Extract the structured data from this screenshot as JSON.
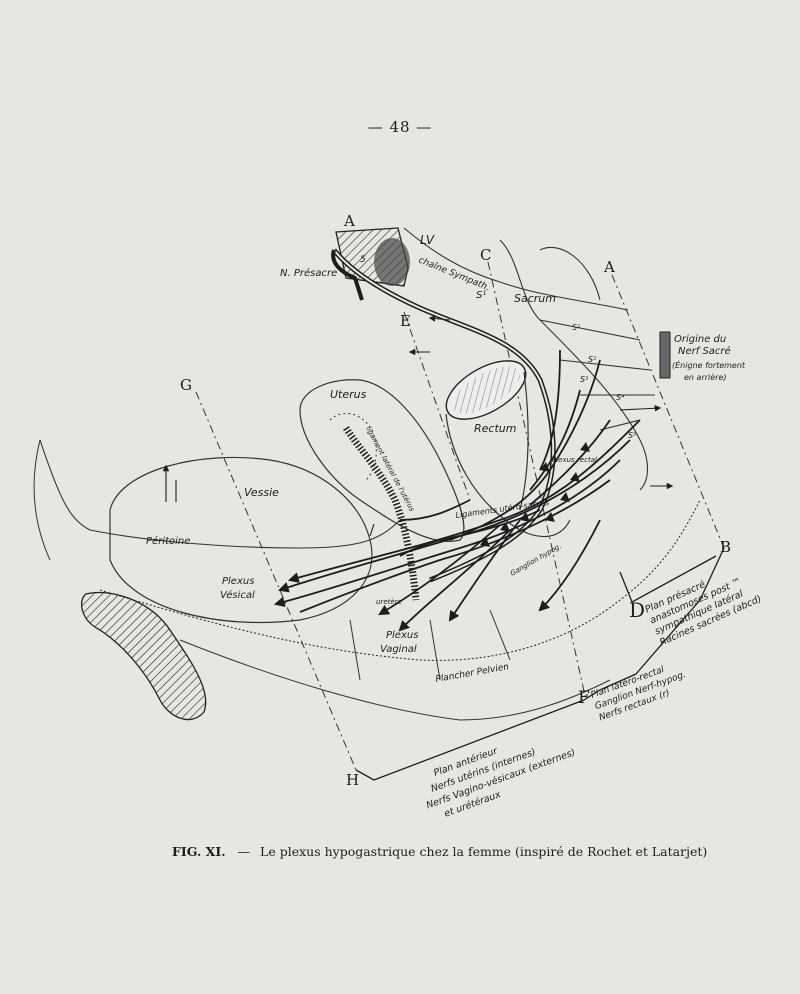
{
  "page_number": "— 48 —",
  "caption": {
    "label": "FIG. XI.",
    "dash": "—",
    "text": "Le plexus hypogastrique chez la femme (inspiré de Rochet et Latarjet)"
  },
  "letters": {
    "A1": "A",
    "A2": "A",
    "B": "B",
    "C": "C",
    "D": "D",
    "E": "E",
    "F": "F",
    "G": "G",
    "H": "H"
  },
  "labels": {
    "lv": "LV",
    "l5": "5",
    "chaine": "chaîne Sympath.",
    "n_presacre": "N. Présacre",
    "s1": "S¹",
    "sacrum": "Sacrum",
    "s1b": "S¹",
    "s2": "S²",
    "s3": "S³",
    "s4": "S⁴",
    "s5": "S⁵",
    "origine1": "Origine du",
    "origine2": "Nerf Sacré",
    "origine3": "(Énigne fortement",
    "origine4": "en arrière)",
    "uterus": "Uterus",
    "rectum": "Rectum",
    "lig_lat": "ligament latéral de l'utérus",
    "plexus_rectal": "Plexus rectal",
    "lig_utero": "Ligaments utéro-sacrés",
    "vessie": "Vessie",
    "peritoine": "Péritoine",
    "plexus_vesical_1": "Plexus",
    "plexus_vesical_2": "Vésical",
    "plexus_vaginal_1": "Plexus",
    "plexus_vaginal_2": "Vaginal",
    "uretere": "uretère",
    "ganglion": "Ganglion hypog.",
    "plancher": "Plancher Pelvien"
  },
  "plans": {
    "d": [
      "Plan présacré",
      "anastomoses post ™",
      "sympathique latéral",
      "Racines sacrées (abcd)"
    ],
    "f": [
      "Plan latéro-rectal",
      "Ganglion Nerf-hypog.",
      "Nerfs rectaux (r)"
    ],
    "h": [
      "Plan antérieur",
      "Nerfs utérins (internes)",
      "Nerfs Vagino-vésicaux (externes)",
      "et urétéraux"
    ]
  }
}
